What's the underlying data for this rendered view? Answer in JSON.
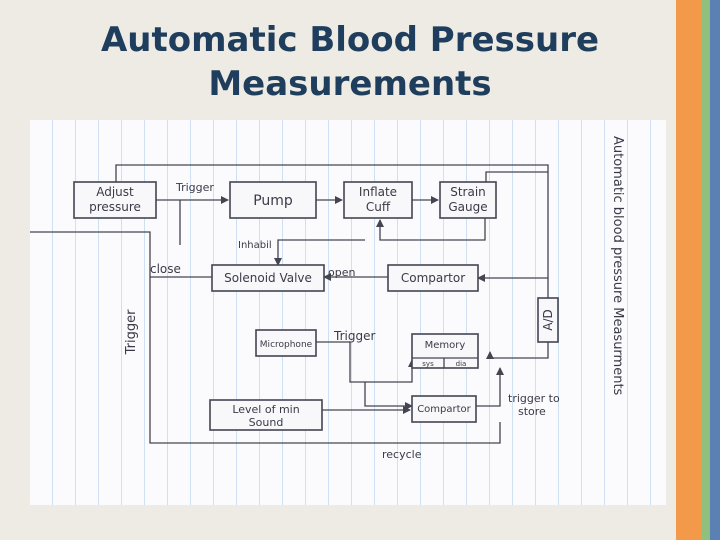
{
  "slide": {
    "title_line1": "Automatic Blood Pressure",
    "title_line2": "Measurements"
  },
  "colors": {
    "title": "#1f3d5c",
    "accent_orange": "#f39a4a",
    "accent_green": "#8fc07d",
    "accent_blue": "#5b80b4",
    "ink": "#454552"
  },
  "diagram": {
    "blocks": {
      "adjust_line1": "Adjust",
      "adjust_line2": "pressure",
      "pump": "Pump",
      "cuff_line1": "Inflate",
      "cuff_line2": "Cuff",
      "gauge_line1": "Strain",
      "gauge_line2": "Gauge",
      "valve": "Solenoid Valve",
      "comparator_upper": "Compartor",
      "adc": "A/D",
      "microphone": "Microphone",
      "memory": "Memory",
      "memory_sys": "sys",
      "memory_dia": "dia",
      "comparator_lower": "Compartor",
      "sound_line1": "Level of min",
      "sound_line2": "Sound"
    },
    "labels": {
      "trigger_top": "Trigger",
      "inhabit": "Inhabil",
      "close": "close",
      "open": "open",
      "trigger_left": "Trigger",
      "trigger_mid": "Trigger",
      "store_line1": "trigger to",
      "store_line2": "store",
      "recycle": "recycle"
    },
    "side_note": "Automatic blood pressure Measurments"
  }
}
